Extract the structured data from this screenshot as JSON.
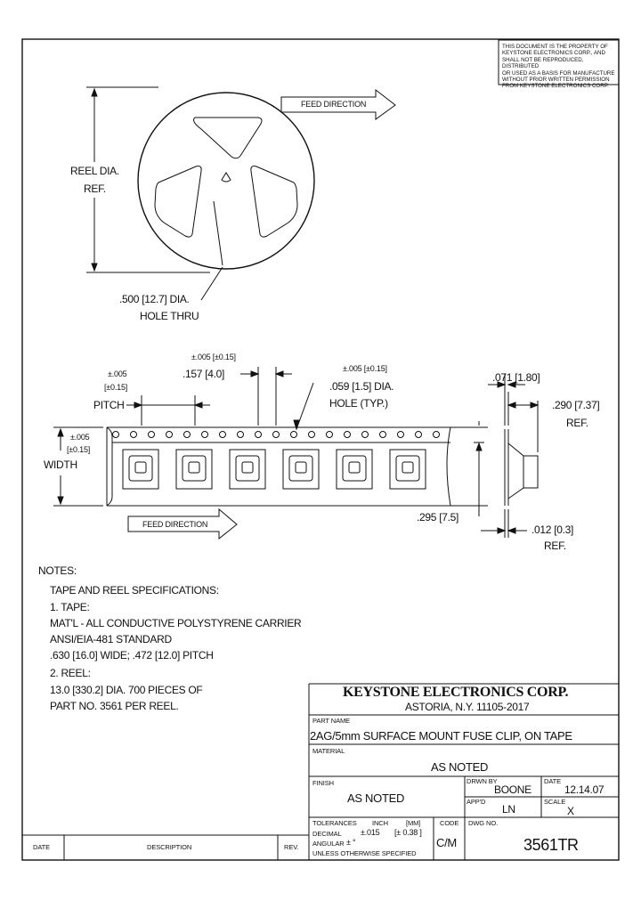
{
  "notice": {
    "lines": [
      "THIS DOCUMENT IS THE PROPERTY OF",
      "KEYSTONE ELECTRONICS CORP., AND",
      "SHALL NOT BE REPRODUCED, DISTRIBUTED",
      "OR USED AS A BASIS FOR MANUFACTURE",
      "WITHOUT PRIOR WRITTEN PERMISSION",
      "FROM KEYSTONE ELECTRONICS CORP."
    ]
  },
  "reel": {
    "feed_direction": "FEED DIRECTION",
    "dia_label_1": "REEL DIA.",
    "dia_label_2": "REF.",
    "hole_label_1": ".500 [12.7] DIA.",
    "hole_label_2": "HOLE THRU"
  },
  "tape": {
    "tol_pitch_1": "±.005",
    "tol_pitch_2": "[±0.15]",
    "pitch": "PITCH",
    "tol_157": "±.005 [±0.15]",
    "dim_157": ".157 [4.0]",
    "tol_hole": "±.005 [±0.15]",
    "hole_1": ".059 [1.5] DIA.",
    "hole_2": "HOLE (TYP.)",
    "tol_width_1": "±.005",
    "tol_width_2": "[±0.15]",
    "width": "WIDTH",
    "feed_direction": "FEED DIRECTION",
    "dim_295": ".295 [7.5]",
    "dim_071": ".071 [1.80]",
    "dim_290": ".290 [7.37]",
    "ref1": "REF.",
    "dim_012": ".012 [0.3]",
    "ref2": "REF."
  },
  "notes": {
    "header": "NOTES:",
    "spec": "TAPE AND REEL SPECIFICATIONS:",
    "tape": "1. TAPE:",
    "matl": "MAT'L - ALL CONDUCTIVE POLYSTYRENE CARRIER",
    "std": "ANSI/EIA-481 STANDARD",
    "width": ".630 [16.0] WIDE; .472 [12.0] PITCH",
    "reel": "2. REEL:",
    "reel_dia": "13.0 [330.2] DIA. 700 PIECES OF",
    "part": "PART NO. 3561 PER REEL."
  },
  "title_block": {
    "company": "KEYSTONE ELECTRONICS CORP.",
    "address": "ASTORIA, N.Y. 11105-2017",
    "part_name_label": "PART NAME",
    "part_name": "2AG/5mm SURFACE MOUNT FUSE CLIP, ON TAPE",
    "material_label": "MATERIAL",
    "material": "AS NOTED",
    "finish_label": "FINISH",
    "finish": "AS NOTED",
    "drawn_label": "DRWN BY",
    "drawn": "BOONE",
    "date_label": "DATE",
    "date": "12.14.07",
    "appd_label": "APP'D",
    "appd": "LN",
    "scale_label": "SCALE",
    "scale": "X",
    "tol_label": "TOLERANCES",
    "inch_label": "INCH",
    "mm_label": "[MM]",
    "code_label": "CODE",
    "decimal_label": "DECIMAL",
    "decimal_inch": "±.015",
    "decimal_mm": "[± 0.38 ]",
    "angular_label": "ANGULAR",
    "angular_val": "± °",
    "unless": "UNLESS OTHERWISE SPECIFIED",
    "code": "C/M",
    "dwg_label": "DWG NO.",
    "dwg": "3561TR"
  },
  "revision": {
    "date": "DATE",
    "description": "DESCRIPTION",
    "rev": "REV."
  }
}
